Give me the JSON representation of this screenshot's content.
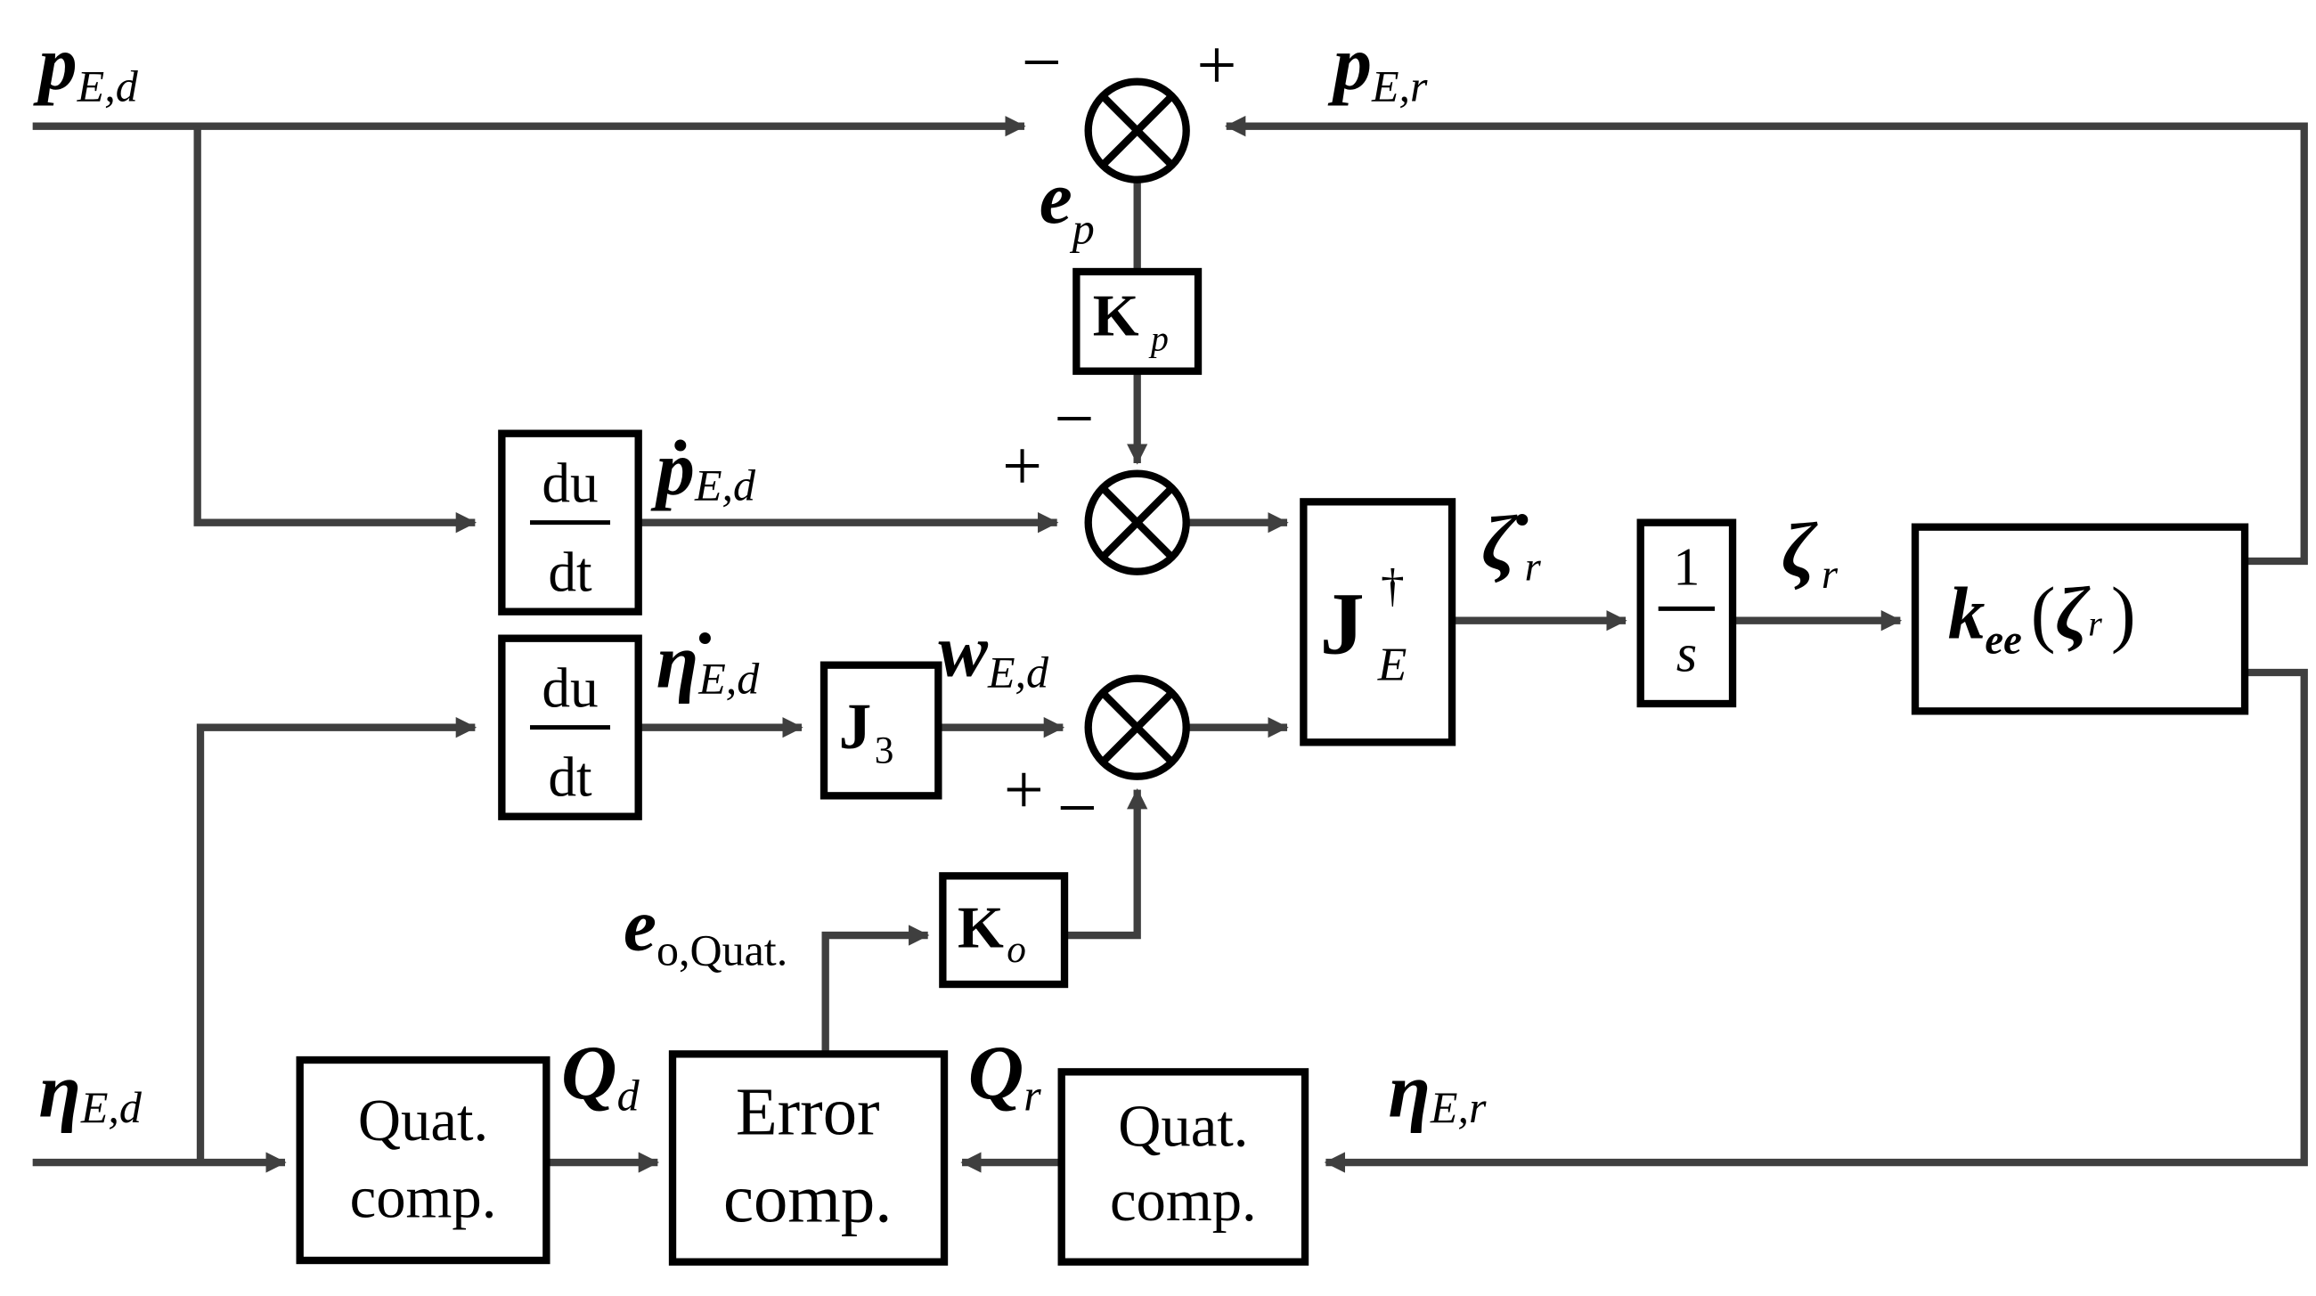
{
  "signals": {
    "p_E_d": {
      "main": "p",
      "sub": "E,d"
    },
    "p_E_r": {
      "main": "p",
      "sub": "E,r"
    },
    "e_p": {
      "main": "e",
      "sub": "p"
    },
    "p_dot_E_d": {
      "main": "ṗ",
      "sub": "E,d"
    },
    "eta_dot_E_d": {
      "main": "η̇",
      "sub": "E,d"
    },
    "w_E_d": {
      "main": "w",
      "sub": "E,d"
    },
    "zeta_dot_r": {
      "main": "ζ̇",
      "sub": "r"
    },
    "zeta_r": {
      "main": "ζ",
      "sub": "r"
    },
    "e_o_quat": {
      "main": "e",
      "sub": "o,Quat."
    },
    "eta_E_d": {
      "main": "η",
      "sub": "E,d"
    },
    "eta_E_r": {
      "main": "η",
      "sub": "E,r"
    },
    "Q_d": {
      "main": "Q",
      "sub": "d"
    },
    "Q_r": {
      "main": "Q",
      "sub": "r"
    }
  },
  "blocks": {
    "kp": {
      "main": "K",
      "sub": "p"
    },
    "derivative": {
      "num": "du",
      "den": "dt"
    },
    "j3": {
      "main": "J",
      "sub": "3"
    },
    "ko": {
      "main": "K",
      "sub": "o"
    },
    "jacobian": {
      "main": "J",
      "sup": "†",
      "sub": "E"
    },
    "integrator": {
      "num": "1",
      "den": "s"
    },
    "kinematics": {
      "main": "k",
      "sub": "ee",
      "open": "(",
      "arg": "ζ",
      "argsub": "r",
      "close": ")"
    },
    "quat_comp": {
      "line1": "Quat.",
      "line2": "comp."
    },
    "error_comp": {
      "line1": "Error",
      "line2": "comp."
    }
  },
  "signs": {
    "minus": "−",
    "plus": "+"
  },
  "summing_symbol": "⊗"
}
